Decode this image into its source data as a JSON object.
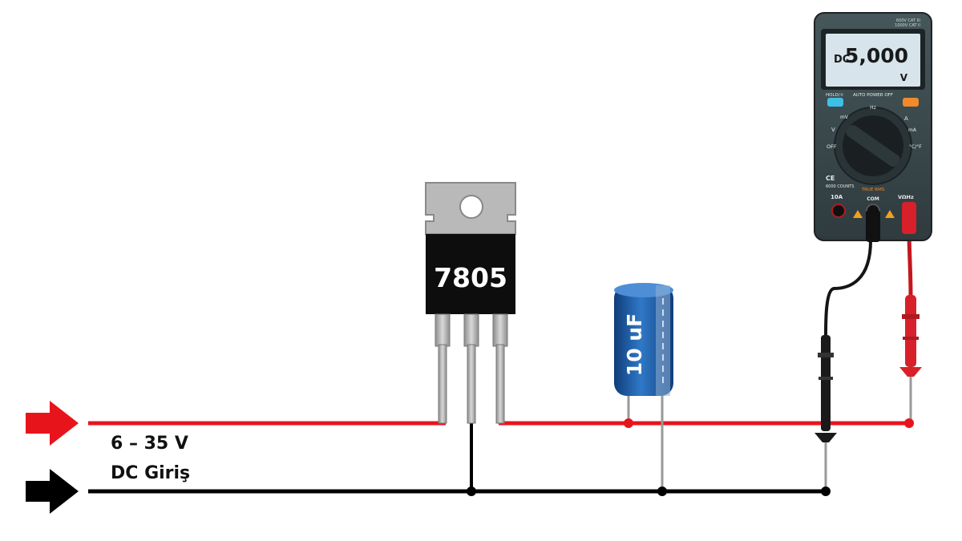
{
  "input": {
    "voltage_label": "6 – 35 V",
    "desc_label": "DC Giriş"
  },
  "regulator": {
    "label": "7805"
  },
  "capacitor": {
    "label": "10 uF"
  },
  "multimeter": {
    "mode": "DC",
    "reading": "5,000",
    "unit": "V",
    "rating_line1": "600V CAT III",
    "rating_line2": "1000V CAT II",
    "hold_label": "HOLD/☼",
    "auto_off_label": "AUTO POWER OFF",
    "off_label": "OFF",
    "mv_label": "mV",
    "v_label": "V",
    "hz_label": "Hz",
    "a_label": "A",
    "ma_label": "mA",
    "cf_label": "°C/°F",
    "ce_label": "CE",
    "counts_label": "6000 COUNTS",
    "truerms_label": "TRUE RMS",
    "jack_10a_label": "10A",
    "jack_com_label": "COM",
    "jack_v_label": "VΩHz"
  },
  "colors": {
    "positive_wire": "#e8141c",
    "ground_wire": "#000000",
    "probe_red": "#d8202a",
    "probe_black": "#1a1a1a",
    "capacitor_body": "#1f5fa8",
    "lcd_background": "#d7e4ec",
    "meter_body": "#3b4a4e"
  }
}
